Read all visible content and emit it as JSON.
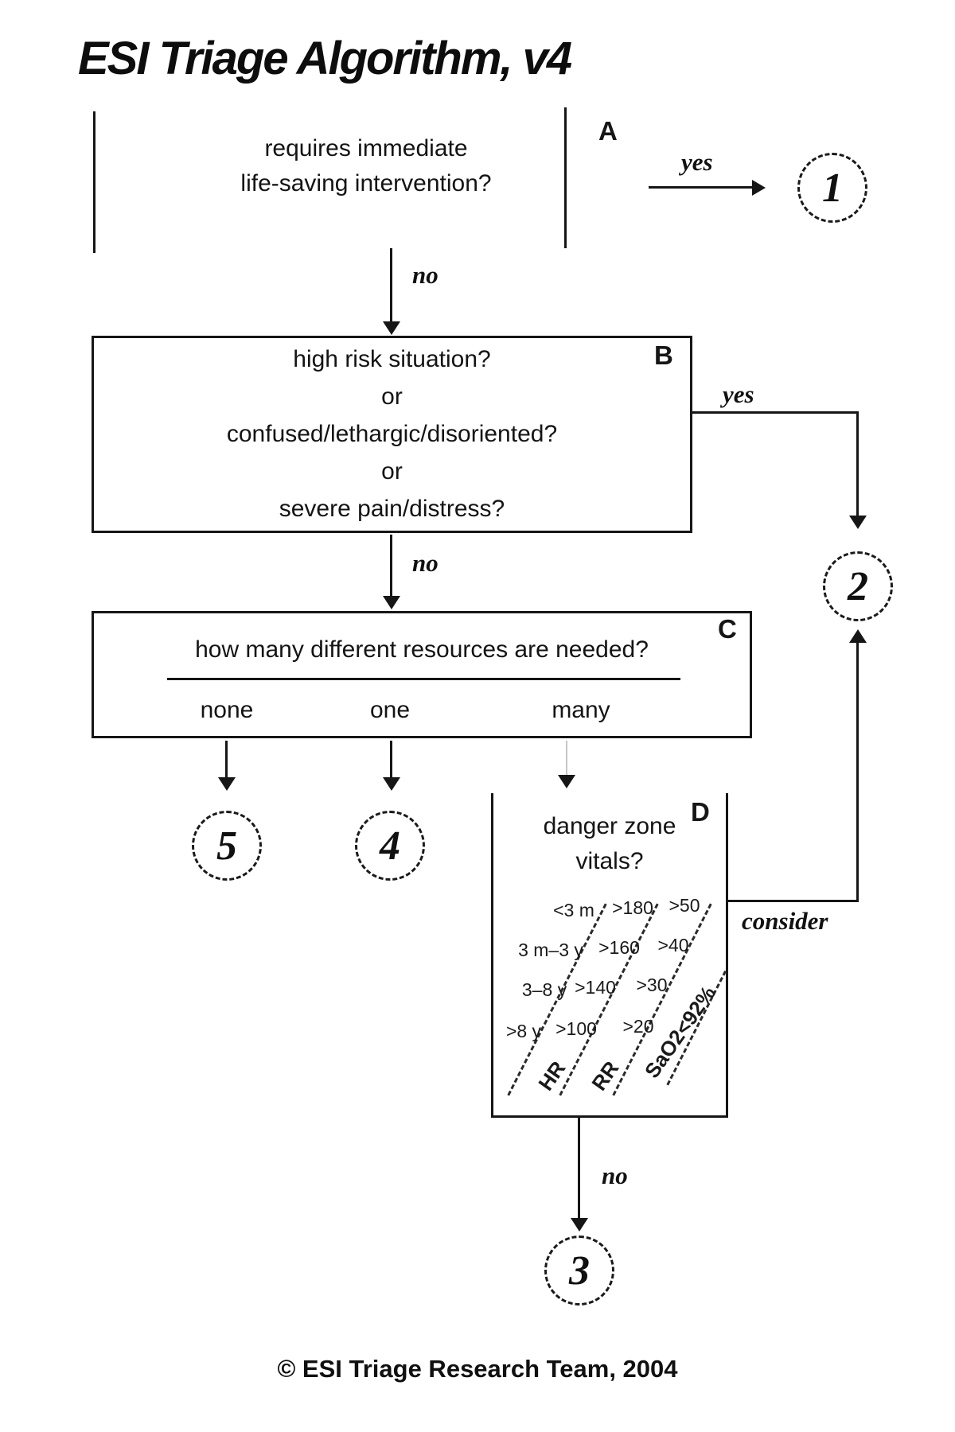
{
  "title": "ESI Triage Algorithm, v4",
  "footer": "© ESI Triage Research Team, 2004",
  "nodes": {
    "a": {
      "tag": "A",
      "lines": [
        "requires immediate",
        "life-saving intervention?"
      ]
    },
    "b": {
      "tag": "B",
      "lines": [
        "high risk situation?",
        "or",
        "confused/lethargic/disoriented?",
        "or",
        "severe pain/distress?"
      ]
    },
    "c": {
      "tag": "C",
      "question": "how many different resources are needed?",
      "options": [
        "none",
        "one",
        "many"
      ]
    },
    "d": {
      "tag": "D",
      "lines": [
        "danger zone",
        "vitals?"
      ]
    }
  },
  "labels": {
    "a_yes": "yes",
    "a_no": "no",
    "b_yes": "yes",
    "b_no": "no",
    "d_consider": "consider",
    "d_no": "no"
  },
  "circles": {
    "one": "1",
    "two": "2",
    "three": "3",
    "four": "4",
    "five": "5"
  },
  "vitals": {
    "columns": [
      "HR",
      "RR",
      "SaO2<92%"
    ],
    "rows": [
      {
        "age": "<3 m",
        "hr": ">180",
        "rr": ">50"
      },
      {
        "age": "3 m–3 y",
        "hr": ">160",
        "rr": ">40"
      },
      {
        "age": "3–8 y",
        "hr": ">140",
        "rr": ">30"
      },
      {
        "age": ">8 y",
        "hr": ">100",
        "rr": ">20"
      }
    ]
  }
}
